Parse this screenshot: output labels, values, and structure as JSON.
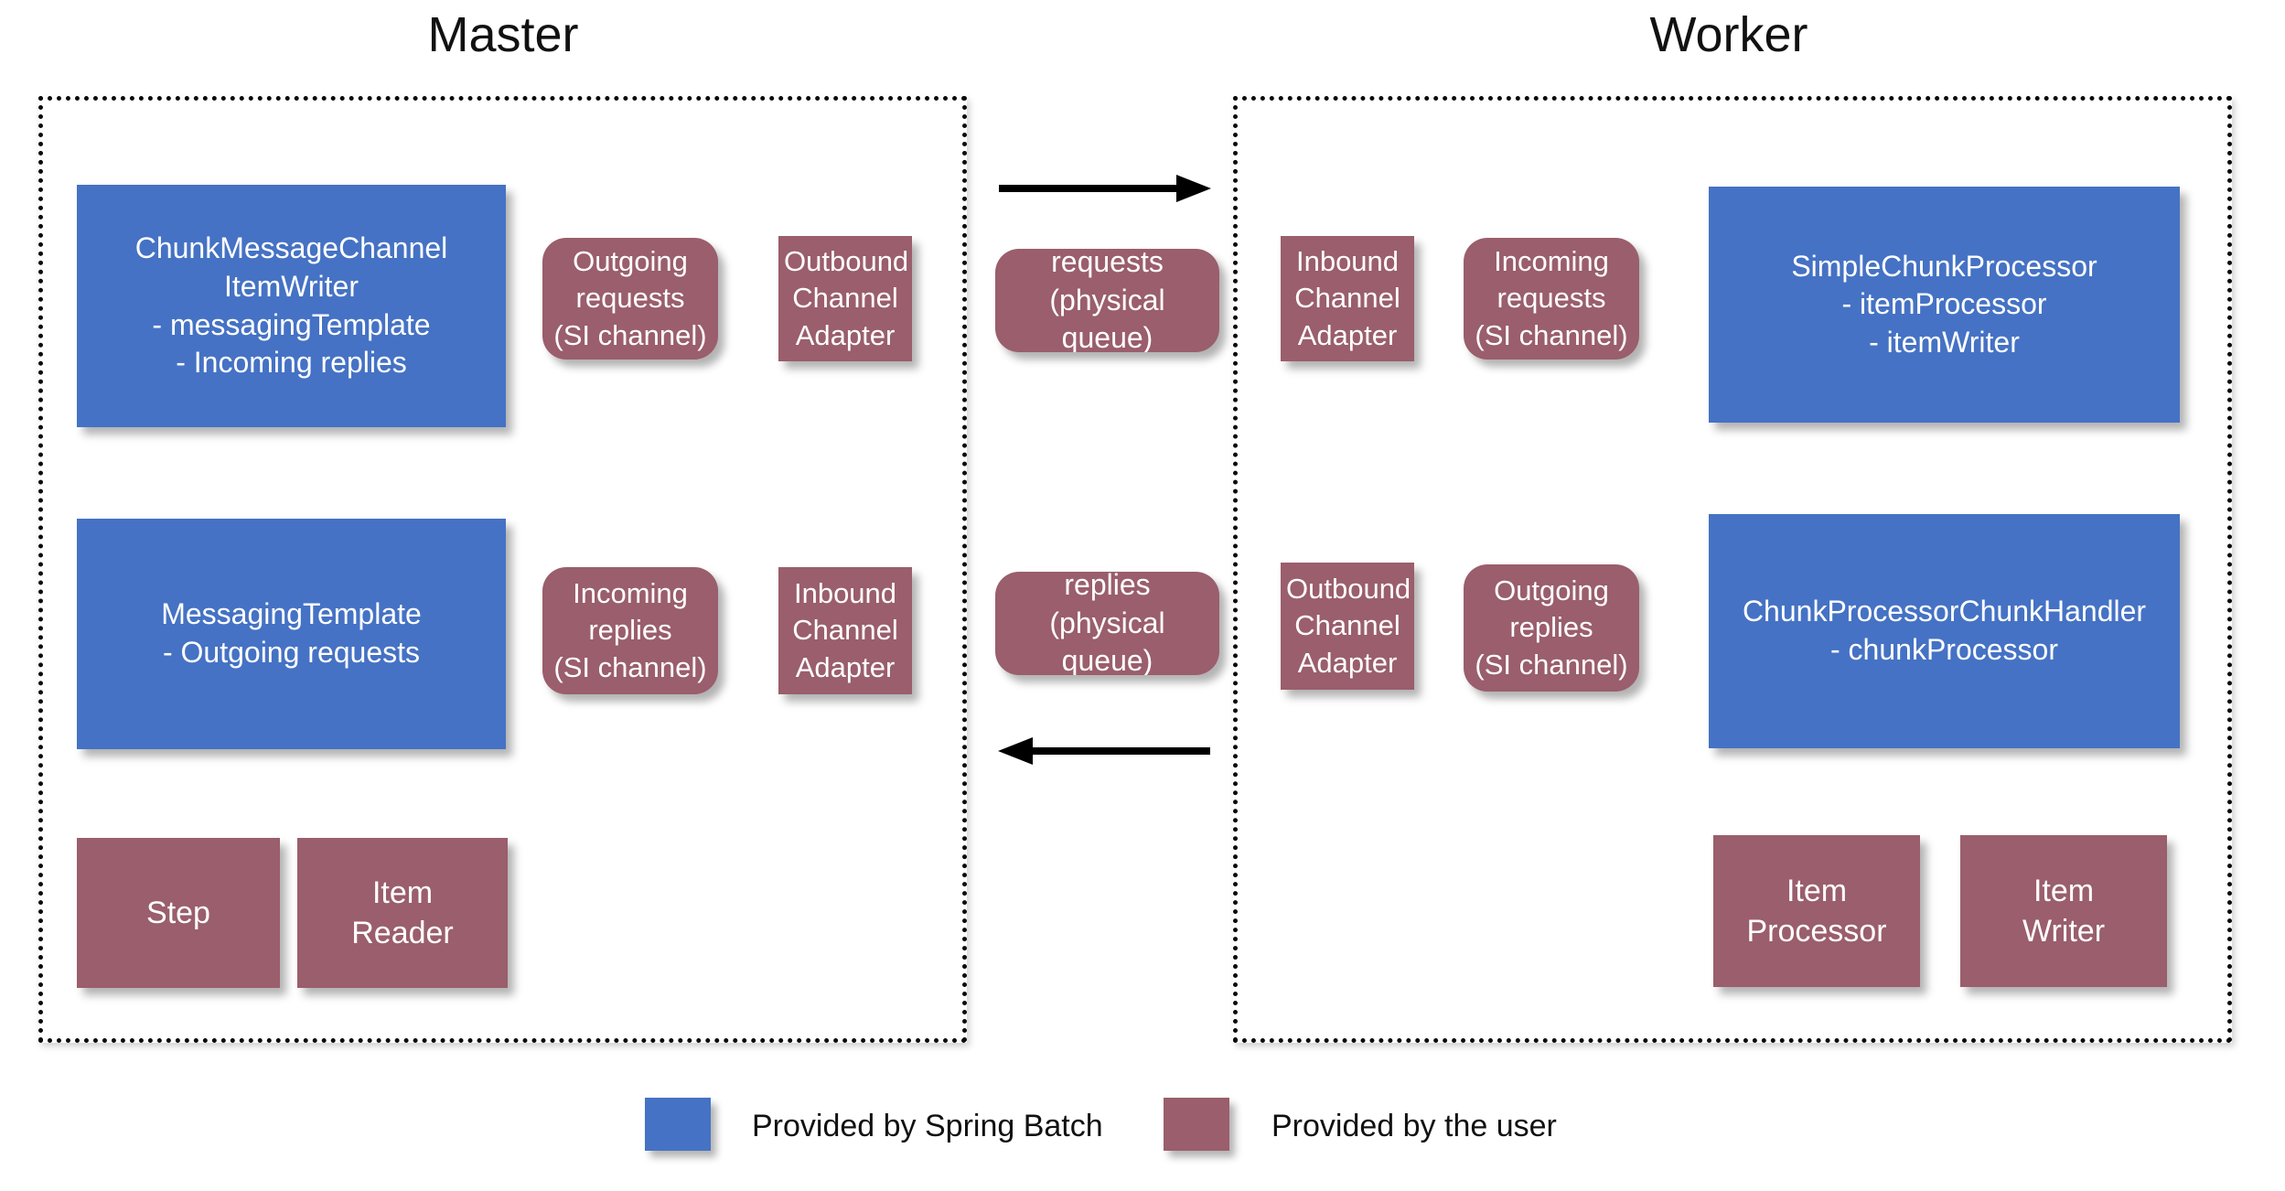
{
  "diagram": {
    "title_master": "Master",
    "title_worker": "Worker"
  },
  "master": {
    "nodes": {
      "chunk_message_channel_item_writer": "ChunkMessageChannel\nItemWriter\n- messagingTemplate\n- Incoming replies",
      "outgoing_requests_channel": "Outgoing\nrequests\n(SI channel)",
      "outbound_channel_adapter": "Outbound\nChannel\nAdapter",
      "messaging_template": "MessagingTemplate\n- Outgoing requests",
      "incoming_replies_channel": "Incoming\nreplies\n(SI channel)",
      "inbound_channel_adapter": "Inbound\nChannel\nAdapter",
      "step": "Step",
      "item_reader": "Item\nReader"
    }
  },
  "middle": {
    "requests_queue": "requests\n(physical queue)",
    "replies_queue": "replies\n(physical queue)",
    "arrow_to_worker": "arrow-right",
    "arrow_to_master": "arrow-left"
  },
  "worker": {
    "nodes": {
      "inbound_channel_adapter": "Inbound\nChannel\nAdapter",
      "incoming_requests_channel": "Incoming\nrequests\n(SI channel)",
      "simple_chunk_processor": "SimpleChunkProcessor\n- itemProcessor\n- itemWriter",
      "outbound_channel_adapter": "Outbound\nChannel\nAdapter",
      "outgoing_replies_channel": "Outgoing\nreplies\n(SI channel)",
      "chunk_processor_chunk_handler": "ChunkProcessorChunkHandler\n- chunkProcessor",
      "item_processor": "Item\nProcessor",
      "item_writer": "Item\nWriter"
    }
  },
  "legend": {
    "items": [
      {
        "label": "Provided by Spring Batch",
        "color": "#4572C4"
      },
      {
        "label": "Provided by the user",
        "color": "#9A5E6C"
      }
    ]
  },
  "colors": {
    "spring_batch_blue": "#4572C4",
    "user_mauve": "#9A5E6C",
    "panel_border": "#0A0A0A",
    "text_dark": "#111111",
    "node_text": "#FFFFFF",
    "background": "#FFFFFF"
  }
}
